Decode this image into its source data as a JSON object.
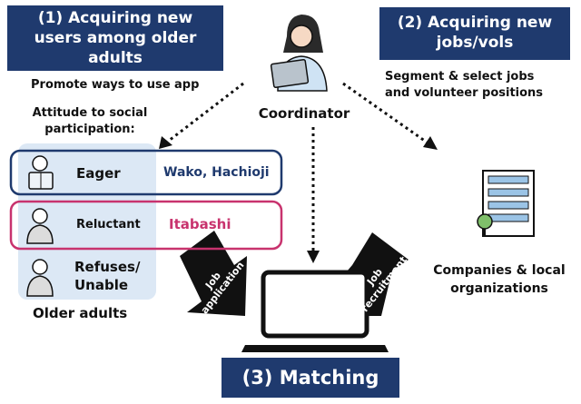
{
  "section1": {
    "title_line1": "(1) Acquiring new",
    "title_line2": "users among older",
    "title_line3": "adults",
    "subtitle": "Promote ways to use app",
    "attitude_line1": "Attitude to social",
    "attitude_line2": "participation:"
  },
  "section2": {
    "title_line1": "(2) Acquiring new",
    "title_line2": "jobs/vols",
    "desc_line1": "Segment & select jobs",
    "desc_line2": "and volunteer positions"
  },
  "coordinator": {
    "label": "Coordinator"
  },
  "groups": {
    "eager": {
      "label": "Eager",
      "areas": "Wako, Hachioji"
    },
    "reluctant": {
      "label": "Reluctant",
      "areas": "Itabashi"
    },
    "refuses": {
      "label_line1": "Refuses/",
      "label_line2": "Unable"
    },
    "caption": "Older adults"
  },
  "arrows": {
    "job_application_line1": "Job",
    "job_application_line2": "application",
    "job_recruitment_line1": "Job",
    "job_recruitment_line2": "recruitment"
  },
  "companies": {
    "label_line1": "Companies & local",
    "label_line2": "organizations"
  },
  "matching": {
    "label": "(3) Matching"
  },
  "colors": {
    "navy": "#1f3a6e",
    "magenta": "#c8336e",
    "light_blue_panel": "#dce8f5",
    "arrow_black": "#111111"
  },
  "icons": {
    "coordinator": "person-with-laptop-icon",
    "eager": "person-reading-icon",
    "reluctant": "person-thinking-icon",
    "refuses": "person-hesitant-icon",
    "companies": "office-building-icon",
    "matching": "laptop-icon"
  }
}
